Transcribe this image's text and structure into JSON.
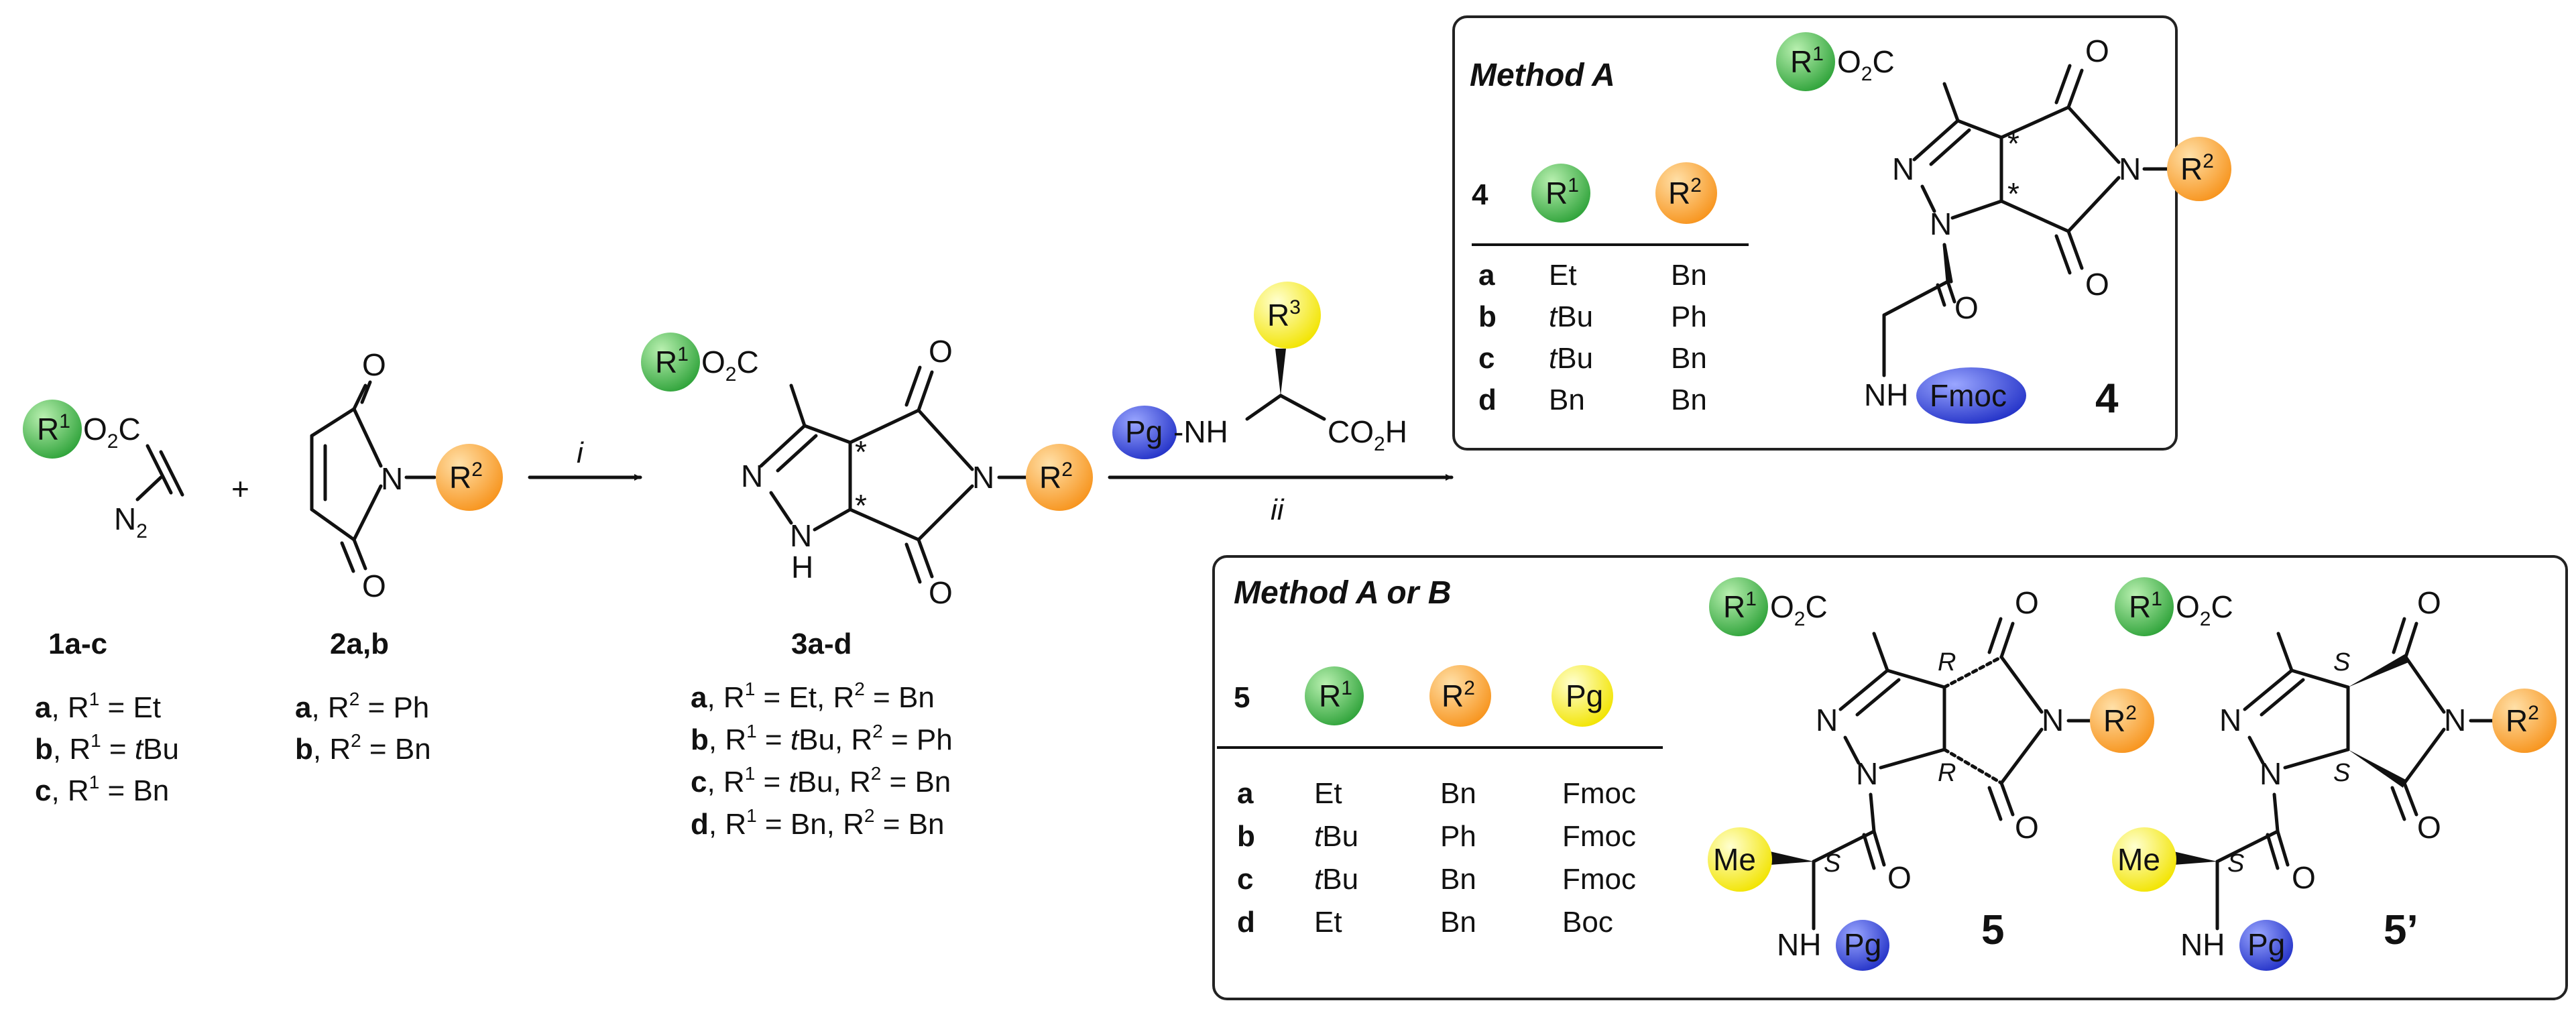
{
  "colors": {
    "r1": "#2fa33a",
    "r2": "#f7941d",
    "r3": "#fff200",
    "pg": "#2b3fd6",
    "fmoc": "#2b3fd6"
  },
  "labels": {
    "r1": "R",
    "r1_sup": "1",
    "r2": "R",
    "r2_sup": "2",
    "r3": "R",
    "r3_sup": "3",
    "pg": "Pg",
    "fmoc": "Fmoc",
    "me": "Me",
    "o2c": "O",
    "o2c_sub": "2",
    "o2c_c": "C",
    "n2": "N",
    "n2_sub": "2",
    "plus": "+",
    "o": "O",
    "n": "N",
    "h": "H",
    "nh": "NH",
    "nh_dash": "-NH",
    "co2h": "CO",
    "co2h_sub": "2",
    "co2h_h": "H",
    "star": "*",
    "r_stereo": "R",
    "s_stereo": "S"
  },
  "arrow1": {
    "label": "i"
  },
  "arrow2": {
    "label": "ii"
  },
  "compound1": {
    "label": "1a-c",
    "variants": [
      {
        "letter": "a",
        "text": ", R",
        "sup": "1",
        "rest": " = Et"
      },
      {
        "letter": "b",
        "text": ", R",
        "sup": "1",
        "rest": " = ",
        "italic": "t",
        "rest2": "Bu"
      },
      {
        "letter": "c",
        "text": ", R",
        "sup": "1",
        "rest": " = Bn"
      }
    ]
  },
  "compound2": {
    "label": "2a,b",
    "variants": [
      {
        "letter": "a",
        "text": ", R",
        "sup": "2",
        "rest": " = Ph"
      },
      {
        "letter": "b",
        "text": ", R",
        "sup": "2",
        "rest": " = Bn"
      }
    ]
  },
  "compound3": {
    "label": "3a-d",
    "variants": [
      {
        "letter": "a",
        "p1": ", R",
        "s1": "1",
        "p2": " = Et, R",
        "s2": "2",
        "p3": " = Bn"
      },
      {
        "letter": "b",
        "p1": ", R",
        "s1": "1",
        "p2": " = ",
        "it": "t",
        "p2b": "Bu, R",
        "s2": "2",
        "p3": " = Ph"
      },
      {
        "letter": "c",
        "p1": ", R",
        "s1": "1",
        "p2": " = ",
        "it": "t",
        "p2b": "Bu, R",
        "s2": "2",
        "p3": " = Bn"
      },
      {
        "letter": "d",
        "p1": ", R",
        "s1": "1",
        "p2": " = Bn, R",
        "s2": "2",
        "p3": " = Bn"
      }
    ]
  },
  "methodA": {
    "title": "Method A",
    "compound_label": "4",
    "table_head": "4",
    "rows": [
      {
        "k": "a",
        "r1": "Et",
        "r2": "Bn"
      },
      {
        "k": "b",
        "r1_it": "t",
        "r1": "Bu",
        "r2": "Ph"
      },
      {
        "k": "c",
        "r1_it": "t",
        "r1": "Bu",
        "r2": "Bn"
      },
      {
        "k": "d",
        "r1": "Bn",
        "r2": "Bn"
      }
    ]
  },
  "methodAB": {
    "title": "Method A or B",
    "table_head": "5",
    "label5": "5",
    "label5p": "5’",
    "rows": [
      {
        "k": "a",
        "r1": "Et",
        "r2": "Bn",
        "pg": "Fmoc"
      },
      {
        "k": "b",
        "r1_it": "t",
        "r1": "Bu",
        "r2": "Ph",
        "pg": "Fmoc"
      },
      {
        "k": "c",
        "r1_it": "t",
        "r1": "Bu",
        "r2": "Bn",
        "pg": "Fmoc"
      },
      {
        "k": "d",
        "r1": "Et",
        "r2": "Bn",
        "pg": "Boc"
      }
    ]
  }
}
